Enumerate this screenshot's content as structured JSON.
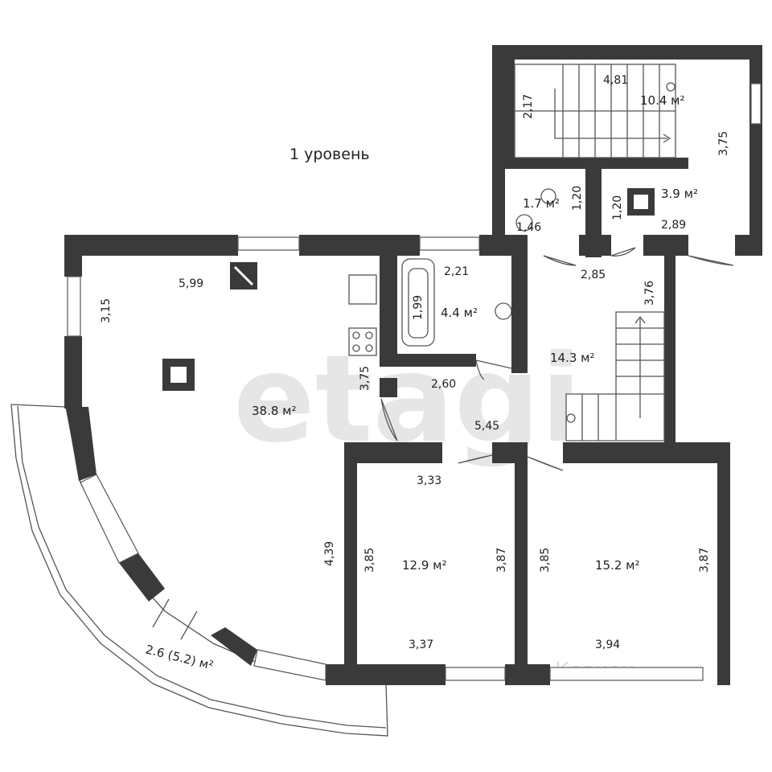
{
  "title": "1 уровень",
  "watermark": "etagi",
  "watermark_secondary": "Ковиан",
  "rooms": [
    {
      "id": "living",
      "area": "38.8 м²"
    },
    {
      "id": "stair_top",
      "area": "10.4 м²"
    },
    {
      "id": "wc",
      "area": "1.7 м²"
    },
    {
      "id": "closet",
      "area": "3.9 м²"
    },
    {
      "id": "bath",
      "area": "4.4 м²"
    },
    {
      "id": "hall",
      "area": "14.3 м²"
    },
    {
      "id": "bed1",
      "area": "12.9 м²"
    },
    {
      "id": "bed2",
      "area": "15.2 м²"
    },
    {
      "id": "balcony",
      "area": "2.6 (5.2) м²"
    }
  ],
  "dims": {
    "stair_top_w": "4,81",
    "stair_top_h1": "2,17",
    "stair_top_h2": "3,75",
    "wc_h": "1,20",
    "wc_w": "1,46",
    "closet_h": "1,20",
    "closet_w": "2,89",
    "living_w": "5,99",
    "living_left": "3,15",
    "living_mid": "3,75",
    "living_right": "4,39",
    "bath_w": "2,21",
    "bath_h": "1,99",
    "hall_top": "2,85",
    "hall_side": "3,76",
    "corr_w": "2,60",
    "corr_long": "5,45",
    "bed1_top": "3,33",
    "bed1_left": "3,85",
    "bed1_right": "3,87",
    "bed1_bottom": "3,37",
    "bed2_left": "3,85",
    "bed2_right": "3,87",
    "bed2_bottom": "3,94"
  }
}
